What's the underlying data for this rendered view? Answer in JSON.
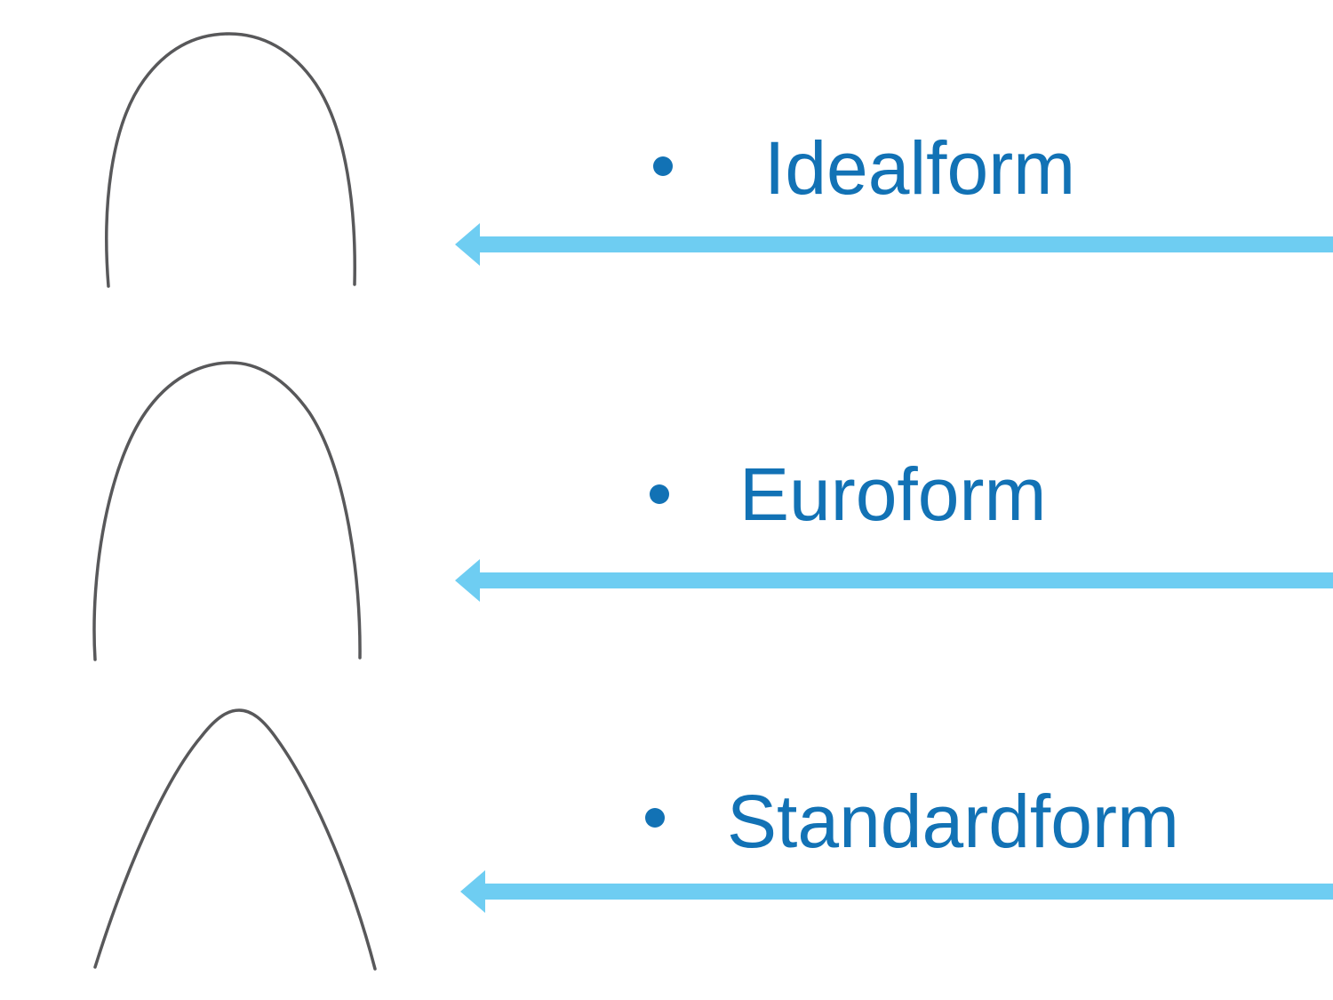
{
  "slide": {
    "background_color": "#ffffff",
    "label_color": "#1272b5",
    "arrow_color": "#6ecdf2",
    "wire_color": "#58585a"
  },
  "items": [
    {
      "label": "Idealform",
      "image": "archwire-ideal-shape",
      "bullet_icon": "filled-circle-bullet",
      "arrow_icon": "left-arrow"
    },
    {
      "label": "Euroform",
      "image": "archwire-euro-shape",
      "bullet_icon": "filled-circle-bullet",
      "arrow_icon": "left-arrow"
    },
    {
      "label": "Standardform",
      "image": "archwire-standard-shape",
      "bullet_icon": "filled-circle-bullet",
      "arrow_icon": "left-arrow"
    }
  ]
}
